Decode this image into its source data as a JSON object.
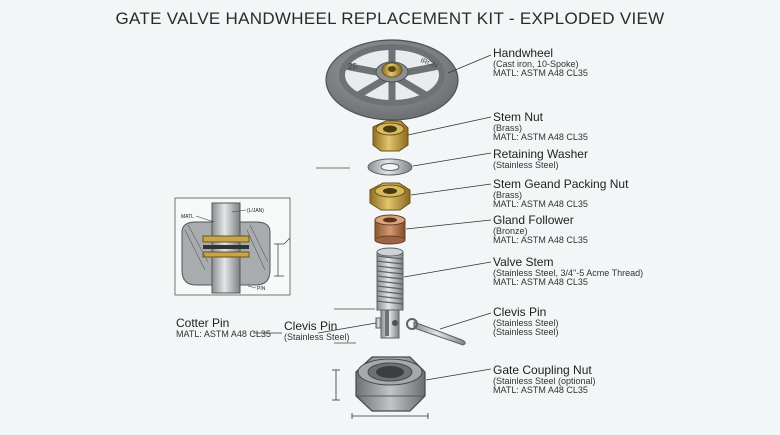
{
  "title": "GATE VALVE HANDWHEEL REPLACEMENT KIT - EXPLODED VIEW",
  "handwheel_marks": {
    "left": "25",
    "right": "IRON"
  },
  "parts": [
    {
      "id": "handwheel",
      "name": "Handwheel",
      "sub": "(Cast iron, 10-Spoke)",
      "mat": "MATL: ASTM A48 CL35"
    },
    {
      "id": "stem-nut",
      "name": "Stem Nut",
      "sub": "(Brass)",
      "mat": "MATL: ASTM A48 CL35"
    },
    {
      "id": "retaining-washer",
      "name": "Retaining Washer",
      "sub": "(Stainless Steel)",
      "mat": ""
    },
    {
      "id": "packing-nut",
      "name": "Stem Geand Packing Nut",
      "sub": "(Brass)",
      "mat": "MATL: ASTM A48 CL35"
    },
    {
      "id": "gland-follower",
      "name": "Gland Follower",
      "sub": "(Bronze)",
      "mat": "MATL: ASTM A48 CL35"
    },
    {
      "id": "valve-stem",
      "name": "Valve Stem",
      "sub": "(Stainless Steel, 3/4\"-5 Acme Thread)",
      "mat": "MATL: ASTM A48 CL35"
    },
    {
      "id": "clevis-pin-right",
      "name": "Clevis Pin",
      "sub": "(Stainless Steel)",
      "mat": "(Stainless Steel)"
    },
    {
      "id": "coupling-nut",
      "name": "Gate Coupling Nut",
      "sub": "(Stainless Steel (optional)",
      "mat": "MATL: ASTM A48 CL35"
    }
  ],
  "cotter_pin": {
    "name": "Cotter Pin",
    "mat": "MATL: ASTM A48 CL35"
  },
  "clevis_pin_left": {
    "name": "Clevis Pin",
    "sub": "(Stainless Steel)"
  },
  "inset": {
    "label_matl": "MATL",
    "label_top": "(L/JAN)",
    "label_pin": "PIN"
  },
  "colors": {
    "iron": "#7d8184",
    "brass": "#c9a54a",
    "bronze": "#b97a52",
    "steel": "#b9bcbe",
    "leader": "#333333",
    "background": "#f3f6f7"
  }
}
